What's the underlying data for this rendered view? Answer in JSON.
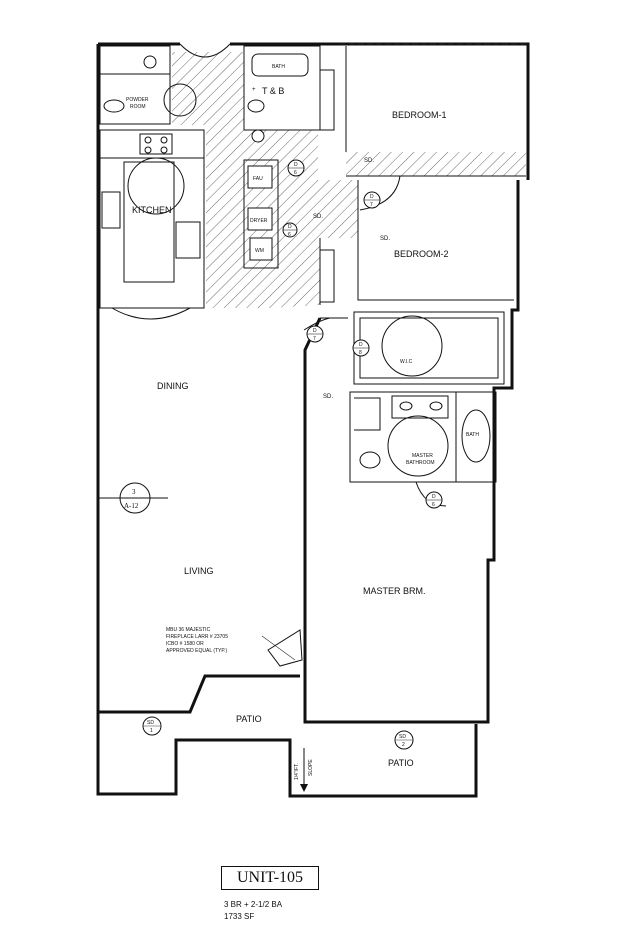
{
  "unit": {
    "name": "UNIT-105",
    "bed_bath": "3 BR + 2-1/2 BA",
    "area": "1733 SF"
  },
  "rooms": {
    "powder": "POWDER",
    "powder_2": "ROOM",
    "tb": "T & B",
    "bath": "BATH",
    "bedroom1": "BEDROOM-1",
    "bedroom2": "BEDROOM-2",
    "kitchen": "KITCHEN",
    "dining": "DINING",
    "living": "LIVING",
    "wic": "W.I.C",
    "master_bath_1": "MASTER",
    "master_bath_2": "BATHROOM",
    "master_bath_tub": "BATH",
    "master_brm": "MASTER BRM.",
    "patio_left": "PATIO",
    "patio_right": "PATIO"
  },
  "appliances": {
    "fau": "FAU",
    "dryer": "DRYER",
    "washer": "WM"
  },
  "tags": {
    "d6a": {
      "top": "D",
      "bottom": "6"
    },
    "d6b": {
      "top": "D",
      "bottom": "6"
    },
    "d6c": {
      "top": "D",
      "bottom": "6"
    },
    "d7a": {
      "top": "D",
      "bottom": "7"
    },
    "d7b": {
      "top": "D",
      "bottom": "7"
    },
    "d8": {
      "top": "D",
      "bottom": "8"
    },
    "sd1": {
      "top": "SD",
      "bottom": "1"
    },
    "sd2": {
      "top": "SD",
      "bottom": "2"
    },
    "section": {
      "top": "3",
      "bottom": "A-12"
    }
  },
  "notes": {
    "sd": "SD.",
    "slope_1": "1/4\"/FT.",
    "slope_2": "SLOPE",
    "fireplace": [
      "MBU 36 MAJESTIC",
      "FIREPLACE LARR # 23705",
      "ICBO # 1580 OR",
      "APPROVED EQUAL (TYP.)"
    ]
  }
}
